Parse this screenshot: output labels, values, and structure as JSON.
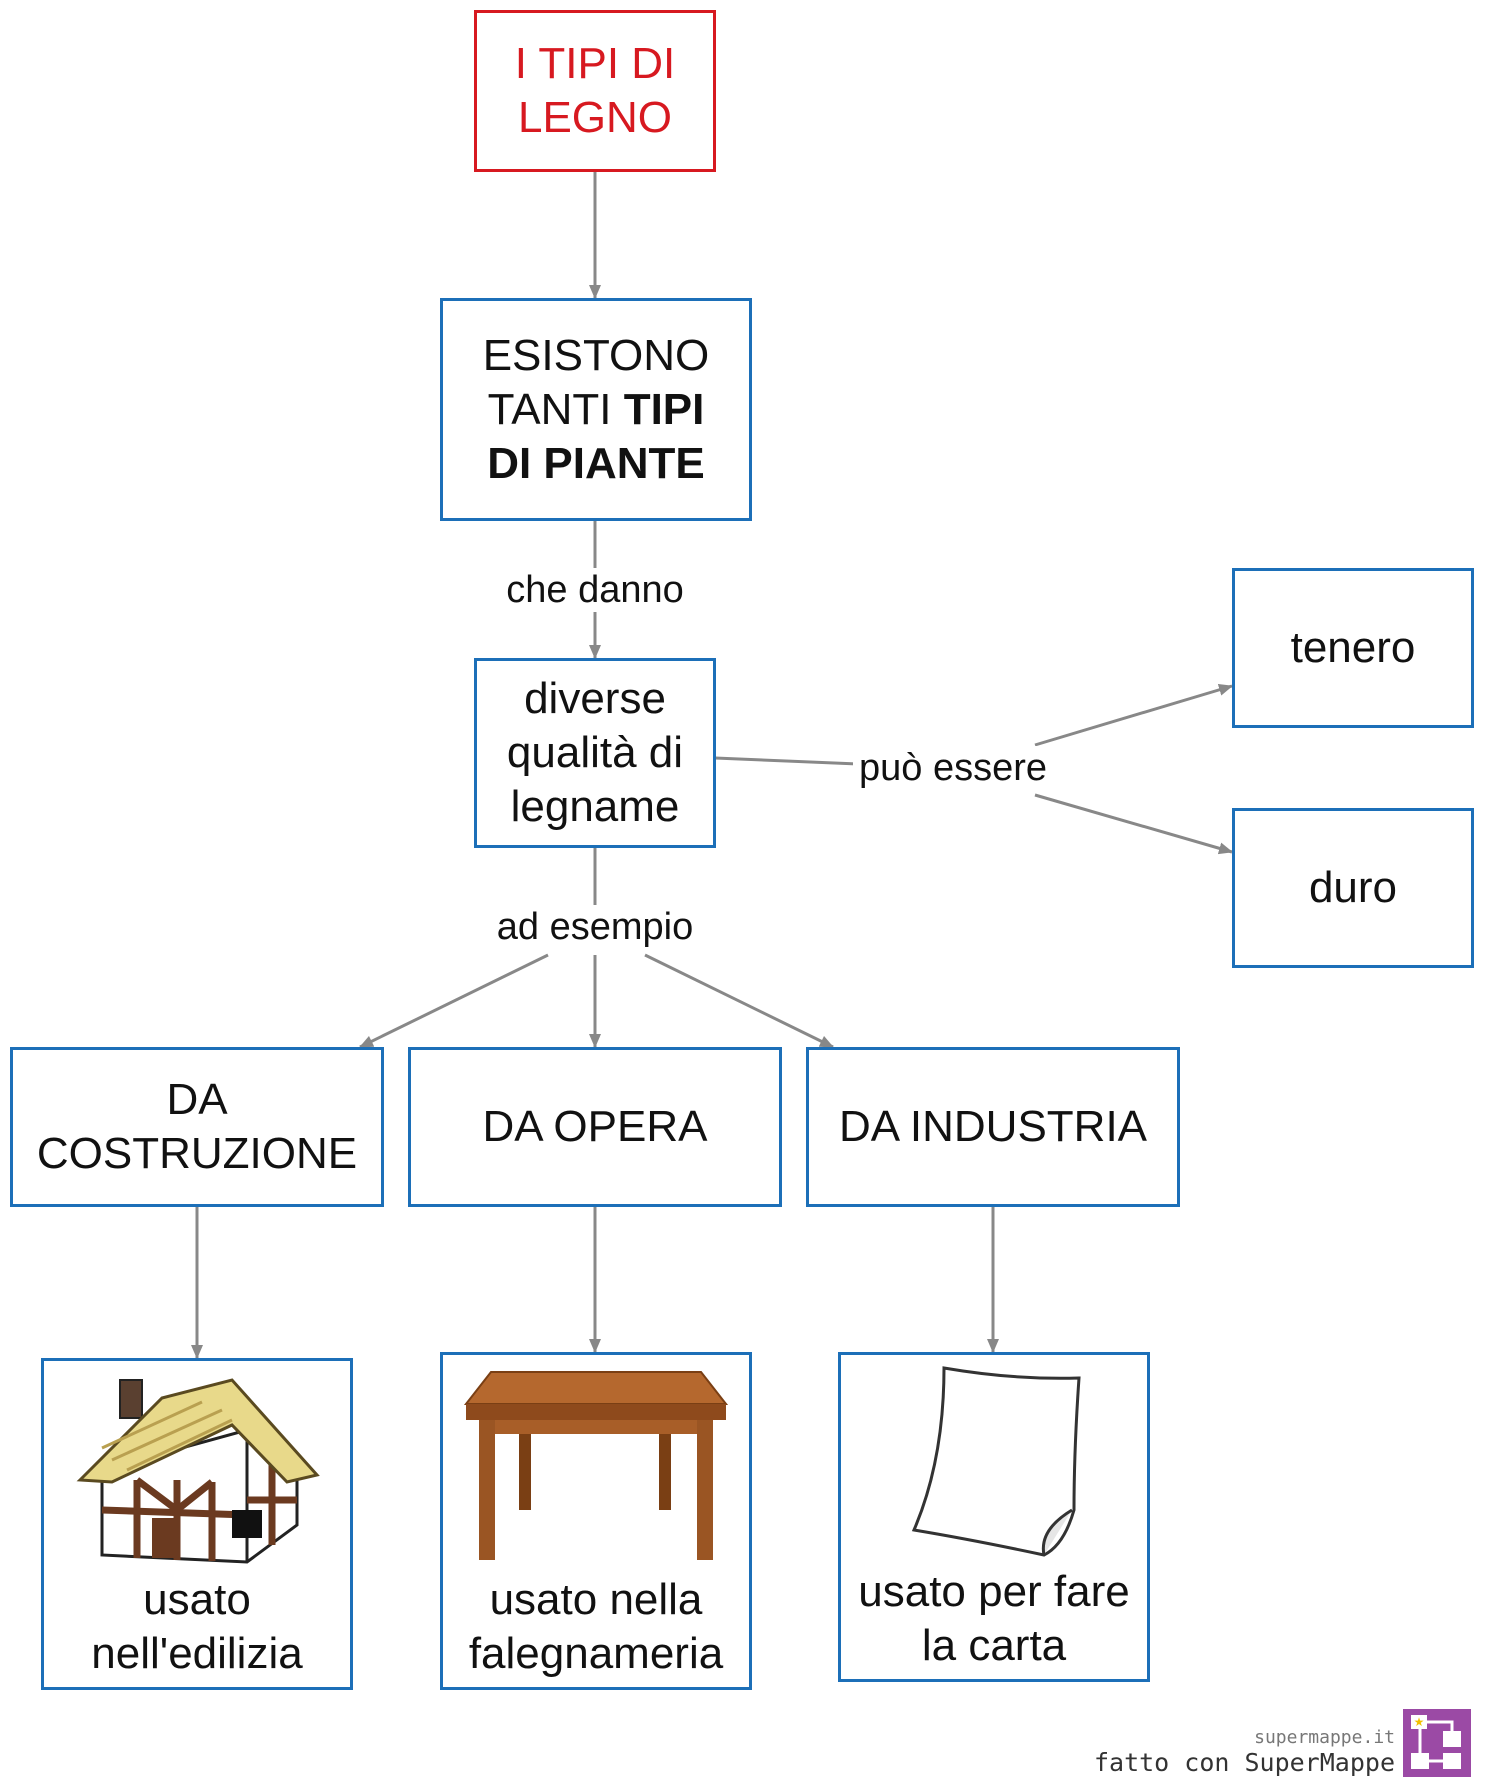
{
  "diagram": {
    "root": {
      "label": "I TIPI DI LEGNO",
      "lines": [
        "I TIPI DI",
        "LEGNO"
      ]
    },
    "plants": {
      "lines": [
        [
          "ESISTONO"
        ],
        [
          "TANTI ",
          "TIPI"
        ],
        [
          "DI PIANTE"
        ]
      ],
      "bold": [
        "TIPI",
        "DI PIANTE"
      ]
    },
    "link_give": "che danno",
    "quality": {
      "lines": [
        "diverse",
        "qualità di",
        "legname"
      ]
    },
    "link_can_be": "può essere",
    "soft": "tenero",
    "hard": "duro",
    "link_example": "ad esempio",
    "construction": {
      "lines": [
        "DA",
        "COSTRUZIONE"
      ]
    },
    "work": {
      "lines": [
        "DA OPERA"
      ]
    },
    "industry": {
      "lines": [
        "DA INDUSTRIA"
      ]
    },
    "building_use": {
      "lines": [
        "usato",
        "nell'edilizia"
      ],
      "icon": "house-icon"
    },
    "carpentry_use": {
      "lines": [
        "usato nella",
        "falegnameria"
      ],
      "icon": "table-icon"
    },
    "paper_use": {
      "lines": [
        "usato per fare",
        "la carta"
      ],
      "icon": "paper-sheet-icon"
    }
  },
  "colors": {
    "root_border": "#d71920",
    "node_border": "#1c6fb8",
    "edge": "#888888",
    "logo": "#9b4aa5"
  },
  "watermark": {
    "site": "supermappe.it",
    "made_with": "fatto con SuperMappe"
  }
}
